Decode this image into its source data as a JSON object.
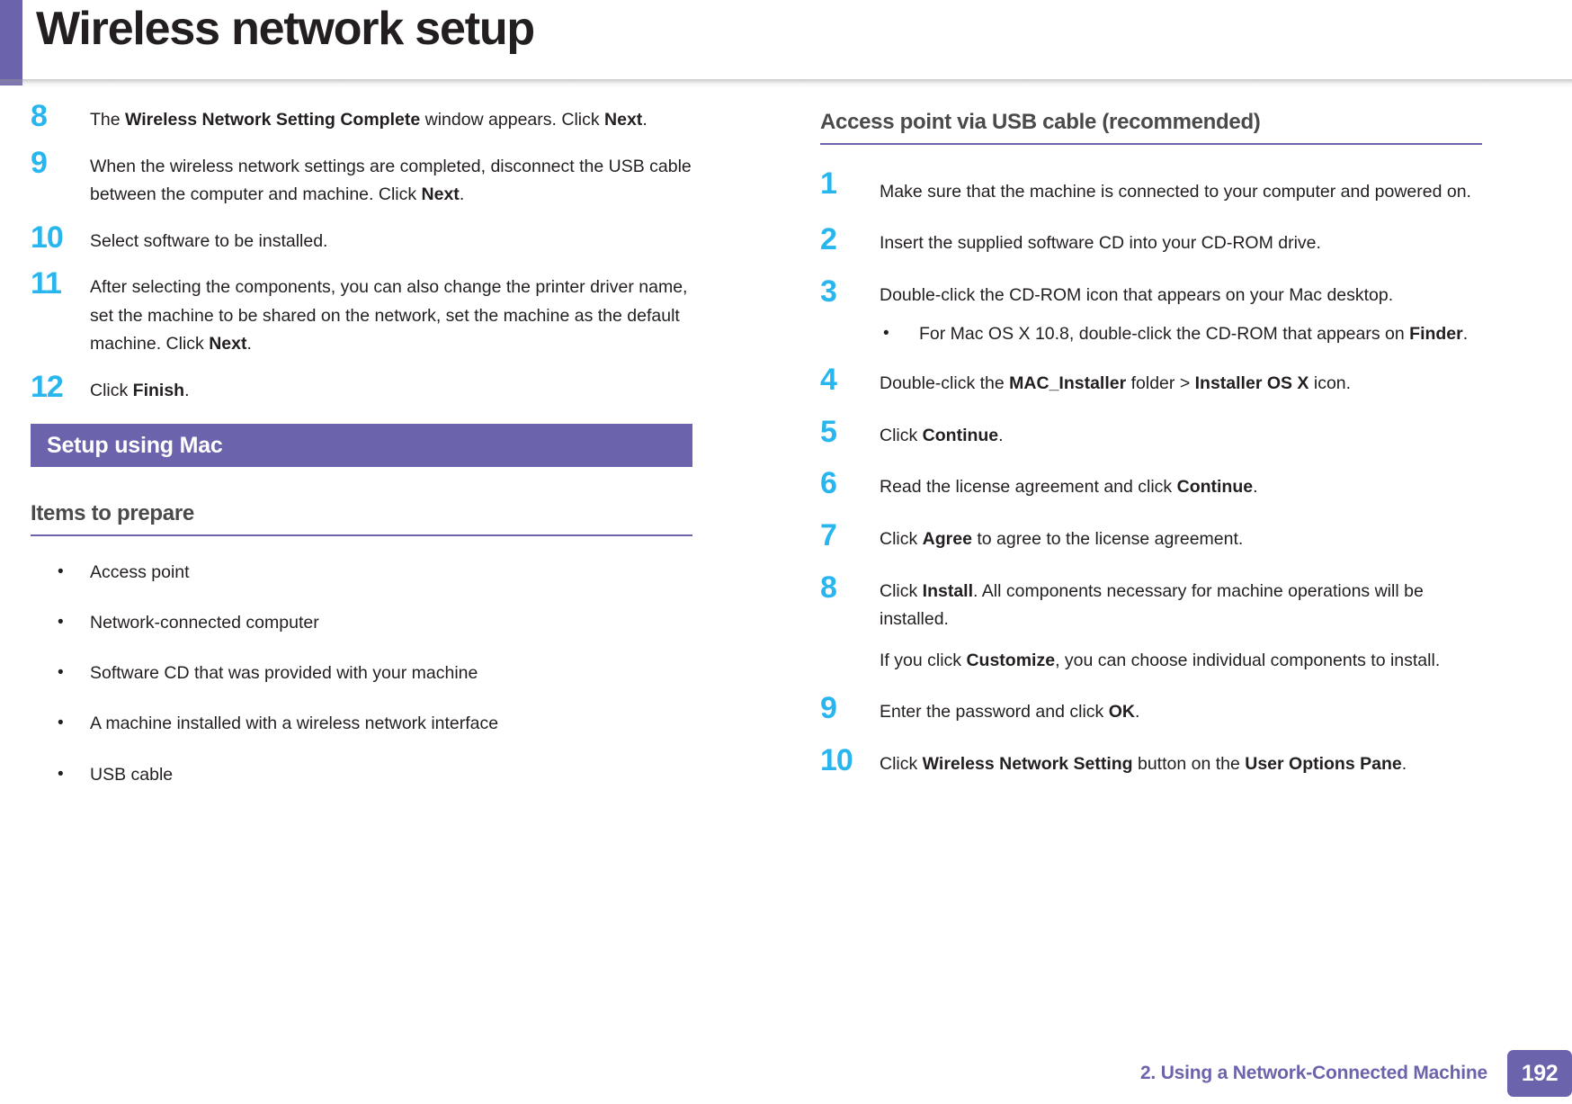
{
  "header": {
    "title": "Wireless network setup"
  },
  "left_column": {
    "steps": [
      {
        "num": "8",
        "parts": [
          {
            "t": "The ",
            "b": false
          },
          {
            "t": "Wireless Network Setting Complete",
            "b": true
          },
          {
            "t": " window appears. Click ",
            "b": false
          },
          {
            "t": "Next",
            "b": true
          },
          {
            "t": ".",
            "b": false
          }
        ]
      },
      {
        "num": "9",
        "parts": [
          {
            "t": "When the wireless network settings are completed, disconnect the USB cable between the computer and machine. Click ",
            "b": false
          },
          {
            "t": "Next",
            "b": true
          },
          {
            "t": ".",
            "b": false
          }
        ]
      },
      {
        "num": "10",
        "parts": [
          {
            "t": "Select software to be installed.",
            "b": false
          }
        ]
      },
      {
        "num": "11",
        "parts": [
          {
            "t": "After selecting the components, you can also change the printer driver name, set the machine to be shared on the network, set the machine as the default machine. Click ",
            "b": false
          },
          {
            "t": "Next",
            "b": true
          },
          {
            "t": ".",
            "b": false
          }
        ]
      },
      {
        "num": "12",
        "parts": [
          {
            "t": "Click ",
            "b": false
          },
          {
            "t": "Finish",
            "b": true
          },
          {
            "t": ".",
            "b": false
          }
        ]
      }
    ],
    "section_band_label": "Setup using Mac",
    "items_heading": "Items to prepare",
    "items": [
      "Access point",
      "Network-connected computer",
      "Software CD that was provided with your machine",
      "A machine installed with a wireless network interface",
      "USB cable"
    ],
    "bullet_glyph": "•"
  },
  "right_column": {
    "heading": "Access point via USB cable (recommended)",
    "steps": [
      {
        "num": "1",
        "parts": [
          {
            "t": "Make sure that the machine is connected to your computer and powered on.",
            "b": false
          }
        ]
      },
      {
        "num": "2",
        "parts": [
          {
            "t": "Insert the supplied software CD into your CD-ROM drive.",
            "b": false
          }
        ]
      },
      {
        "num": "3",
        "parts": [
          {
            "t": "Double-click the CD-ROM icon that appears on your Mac desktop.",
            "b": false
          }
        ],
        "sub_bullet": [
          {
            "t": "For Mac OS X 10.8, double-click the CD-ROM that appears on ",
            "b": false
          },
          {
            "t": "Finder",
            "b": true
          },
          {
            "t": ".",
            "b": false
          }
        ]
      },
      {
        "num": "4",
        "parts": [
          {
            "t": "Double-click the ",
            "b": false
          },
          {
            "t": "MAC_Installer",
            "b": true
          },
          {
            "t": " folder > ",
            "b": false
          },
          {
            "t": "Installer OS X",
            "b": true
          },
          {
            "t": " icon.",
            "b": false
          }
        ]
      },
      {
        "num": "5",
        "parts": [
          {
            "t": "Click ",
            "b": false
          },
          {
            "t": "Continue",
            "b": true
          },
          {
            "t": ".",
            "b": false
          }
        ]
      },
      {
        "num": "6",
        "parts": [
          {
            "t": "Read the license agreement and click ",
            "b": false
          },
          {
            "t": "Continue",
            "b": true
          },
          {
            "t": ".",
            "b": false
          }
        ]
      },
      {
        "num": "7",
        "parts": [
          {
            "t": "Click ",
            "b": false
          },
          {
            "t": "Agree",
            "b": true
          },
          {
            "t": " to agree to the license agreement.",
            "b": false
          }
        ]
      },
      {
        "num": "8",
        "parts": [
          {
            "t": "Click ",
            "b": false
          },
          {
            "t": "Install",
            "b": true
          },
          {
            "t": ". All components necessary for machine operations will be installed.",
            "b": false
          }
        ],
        "extra_para": [
          {
            "t": "If you click ",
            "b": false
          },
          {
            "t": "Customize",
            "b": true
          },
          {
            "t": ", you can choose individual components to install.",
            "b": false
          }
        ]
      },
      {
        "num": "9",
        "parts": [
          {
            "t": "Enter the password and click ",
            "b": false
          },
          {
            "t": "OK",
            "b": true
          },
          {
            "t": ".",
            "b": false
          }
        ]
      },
      {
        "num": "10",
        "parts": [
          {
            "t": "Click ",
            "b": false
          },
          {
            "t": "Wireless Network Setting",
            "b": true
          },
          {
            "t": " button on the ",
            "b": false
          },
          {
            "t": "User Options Pane",
            "b": true
          },
          {
            "t": ".",
            "b": false
          }
        ]
      }
    ],
    "bullet_glyph": "•"
  },
  "footer": {
    "chapter_text": "2.  Using a Network-Connected Machine",
    "page_number": "192"
  },
  "colors": {
    "accent_purple": "#6b63ab",
    "step_number_cyan": "#29b6ef",
    "body_text": "#231f20",
    "heading_gray": "#4a4a4a"
  }
}
